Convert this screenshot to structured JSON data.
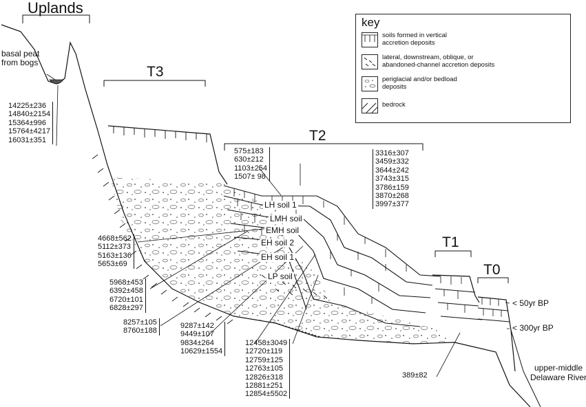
{
  "labels": {
    "uplands": "Uplands",
    "t3": "T3",
    "t2": "T2",
    "t1": "T1",
    "t0": "T0",
    "basal_peat": "basal peat\nfrom bogs",
    "fifty_yr": "< 50yr BP",
    "three_hundred_yr": "< 300yr BP",
    "river": "upper-middle\nDelaware River"
  },
  "key": {
    "title": "key",
    "items": [
      {
        "symbol": "soil-icon",
        "text": "soils formed in vertical\naccretion deposits"
      },
      {
        "symbol": "lateral-accretion-icon",
        "text": "lateral, downstream, oblique, or\nabandoned-channel accretion deposits"
      },
      {
        "symbol": "periglacial-icon",
        "text": "periglacial and/or bedload\ndeposits"
      },
      {
        "symbol": "bedrock-icon",
        "text": "bedrock"
      }
    ]
  },
  "soils": {
    "lh1": "LH soil 1",
    "lmh": "LMH soil",
    "emh": "EMH soil",
    "eh2": "EH soil 2",
    "eh1": "EH soil 1",
    "lp": "LP soil"
  },
  "dates": {
    "basal": [
      "14225±236",
      "14840±2154",
      "15364±996",
      "15764±4217",
      "16031±351"
    ],
    "t2_left": [
      "575±183",
      "630±212",
      "1103±254",
      "1507± 98"
    ],
    "t2_right": [
      "3316±307",
      "3459±332",
      "3644±242",
      "3743±315",
      "3786±159",
      "3870±268",
      "3997±377"
    ],
    "emh": [
      "4668±562",
      "5112±373",
      "5163±136",
      "5653±69"
    ],
    "eh": [
      "5968±453",
      "6392±458",
      "6720±101",
      "6828±297"
    ],
    "lp_a": [
      "8257±105",
      "8760±188"
    ],
    "lp_b": [
      "9287±142",
      "9449±107",
      "9834±264",
      "10629±1554"
    ],
    "lp_c": [
      "12458±3049",
      "12720±119",
      "12759±125",
      "12763±105",
      "12826±318",
      "12881±251",
      "12854±5502"
    ],
    "t1": [
      "389±82"
    ]
  }
}
